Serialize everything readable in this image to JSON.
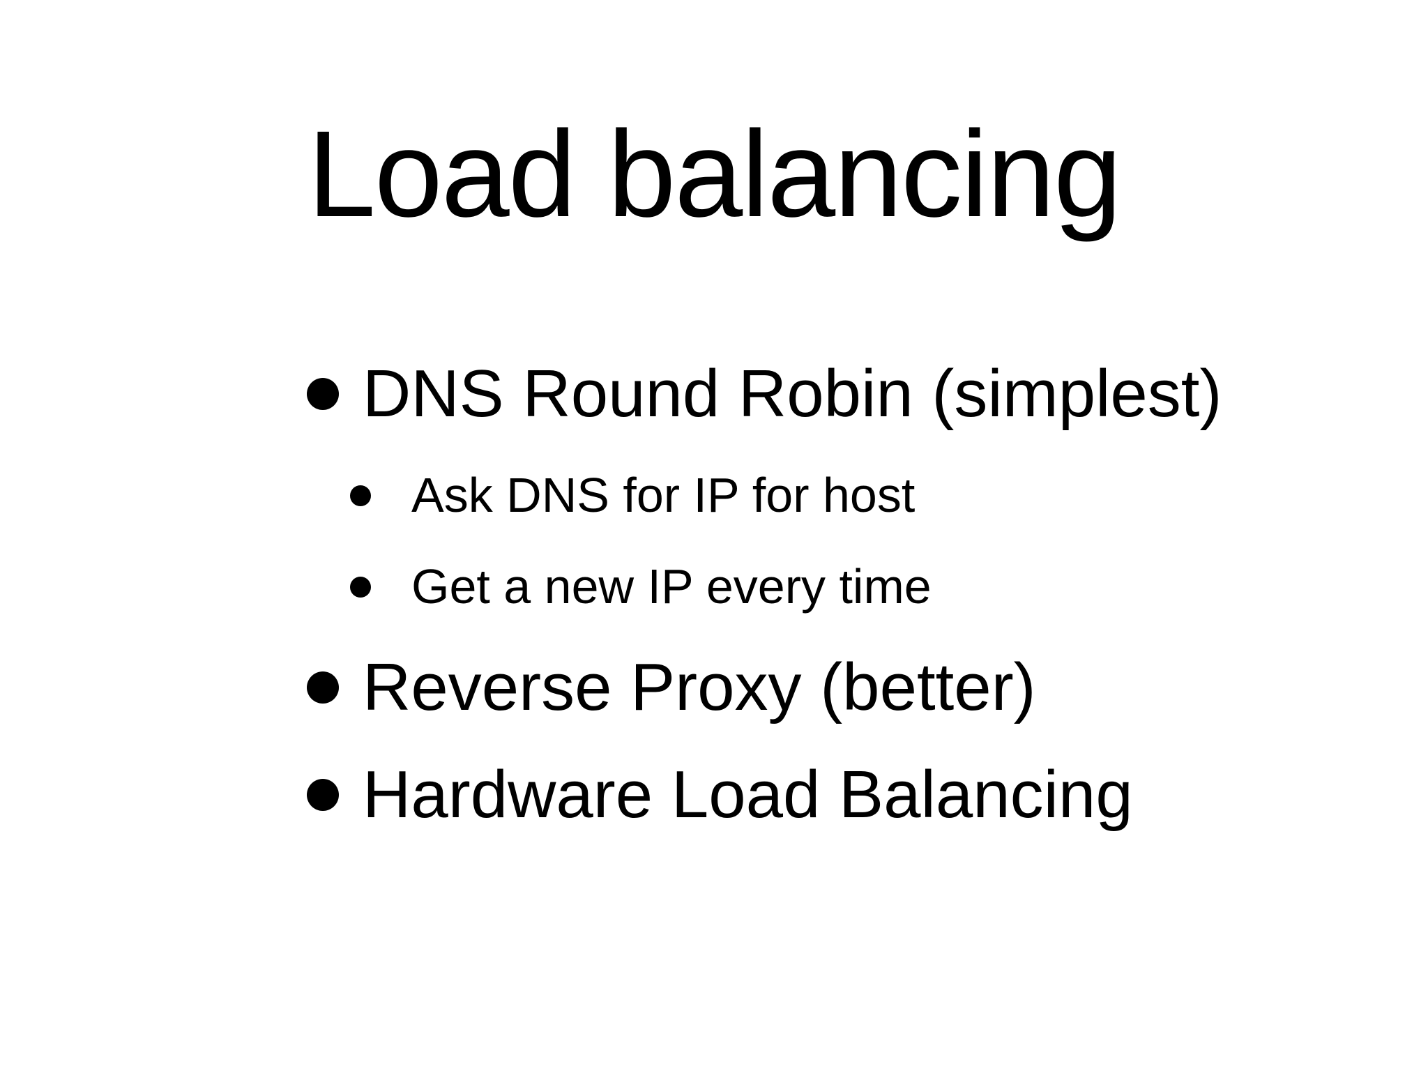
{
  "slide": {
    "title": "Load balancing",
    "bullets": [
      {
        "level": 1,
        "text": "DNS Round Robin (simplest)"
      },
      {
        "level": 2,
        "text": "Ask DNS for IP for host"
      },
      {
        "level": 2,
        "text": "Get a new IP every time"
      },
      {
        "level": 1,
        "text": "Reverse Proxy (better)"
      },
      {
        "level": 1,
        "text": "Hardware Load Balancing"
      }
    ]
  }
}
